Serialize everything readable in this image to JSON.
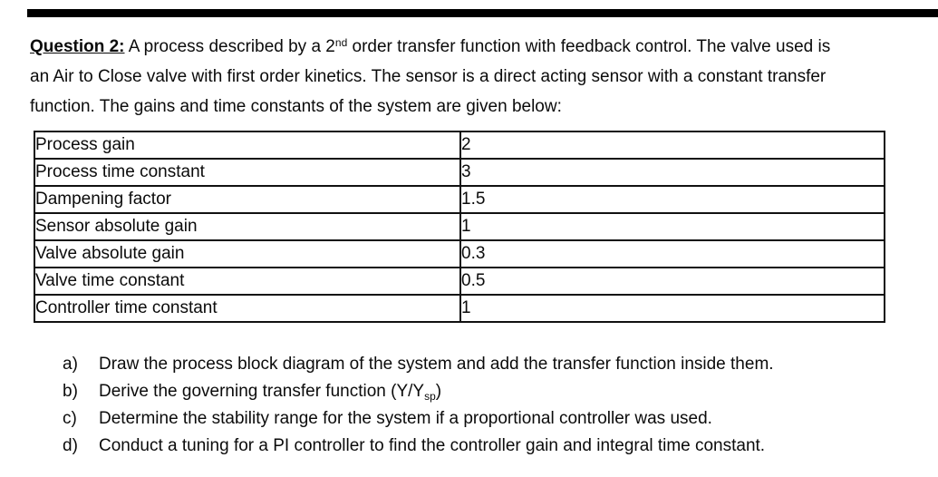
{
  "colors": {
    "background": "#ffffff",
    "ink": "#0b0b0b",
    "scan_artifact": "#000000"
  },
  "question": {
    "label": "Question 2:",
    "line1_before_sup": " A process described by a 2",
    "line1_sup": "nd",
    "line1_after_sup": " order transfer function with feedback control. The valve used is",
    "line2": "an Air to Close valve with first order kinetics. The sensor is a direct acting sensor with a constant transfer",
    "line3": "function. The gains and time constants of the system are given below:"
  },
  "parameters_table": {
    "rows": [
      {
        "label": "Process gain",
        "value": "2"
      },
      {
        "label": "Process time constant",
        "value": "3"
      },
      {
        "label": "Dampening factor",
        "value": "1.5"
      },
      {
        "label": "Sensor absolute gain",
        "value": "1"
      },
      {
        "label": "Valve absolute gain",
        "value": "0.3"
      },
      {
        "label": "Valve time constant",
        "value": "0.5"
      },
      {
        "label": "Controller time constant",
        "value": "1"
      }
    ]
  },
  "subquestions": [
    {
      "letter": "a)",
      "text": "Draw the process block diagram of the system and add the transfer function inside them."
    },
    {
      "letter": "b)",
      "text_before_sub": "Derive the governing transfer function (Y/Y",
      "sub": "sp",
      "text_after_sub": ")"
    },
    {
      "letter": "c)",
      "text": "Determine the stability range for the system if a proportional controller was used."
    },
    {
      "letter": "d)",
      "text": "Conduct a tuning for a PI controller to find the controller gain and integral time constant."
    }
  ]
}
